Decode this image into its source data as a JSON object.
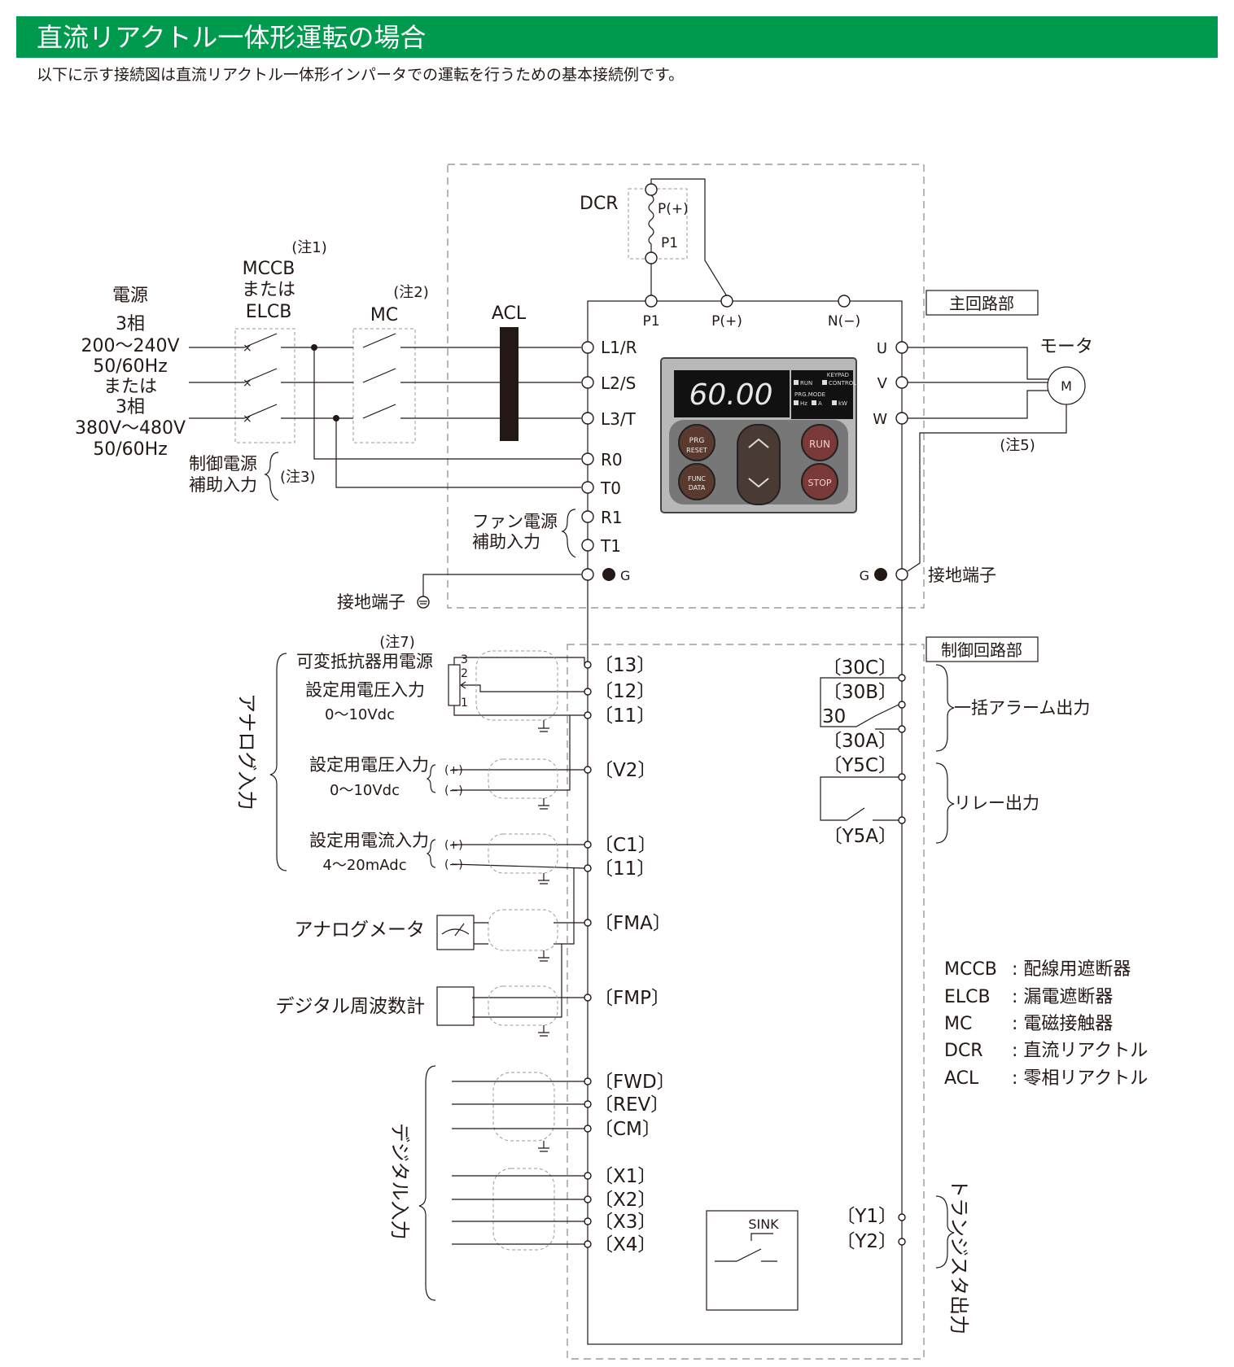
{
  "header": {
    "title": "直流リアクトル一体形運転の場合",
    "subtitle": "以下に示す接続図は直流リアクトル一体形インパータでの運転を行うための基本接続例です。"
  },
  "colors": {
    "header_bg": "#009a4e",
    "header_text": "#ffffff",
    "line": "#231815",
    "keypad_body": "#b8b8b8",
    "keypad_display": "#111111",
    "led": "#e8e8e8"
  },
  "power": {
    "title": "電源",
    "l1": "3相",
    "l2": "200〜240V",
    "l3": "50/60Hz",
    "l4": "または",
    "l5": "3相",
    "l6": "380V〜480V",
    "l7": "50/60Hz"
  },
  "mccb": {
    "note": "(注1)",
    "l1": "MCCB",
    "l2": "または",
    "l3": "ELCB"
  },
  "mc": {
    "note": "(注2)",
    "label": "MC"
  },
  "acl": "ACL",
  "dcr": {
    "label": "DCR",
    "p_plus": "P(+)",
    "p1": "P1"
  },
  "bus": {
    "p1": "P1",
    "p_plus": "P(+)",
    "n_minus": "N(−)"
  },
  "main_section": "主回路部",
  "control_section": "制御回路部",
  "terminals_in": {
    "l1": "L1/R",
    "l2": "L2/S",
    "l3": "L3/T",
    "r0": "R0",
    "t0": "T0",
    "r1": "R1",
    "t1": "T1",
    "g": "G"
  },
  "terminals_out": {
    "u": "U",
    "v": "V",
    "w": "W",
    "g": "G"
  },
  "aux_ctrl": {
    "l1": "制御電源",
    "l2": "補助入力",
    "note": "(注3)"
  },
  "aux_fan": {
    "l1": "ファン電源",
    "l2": "補助入力"
  },
  "ground": "接地端子",
  "motor": {
    "label": "モータ",
    "symbol": "M",
    "note": "(注5)"
  },
  "keypad": {
    "display": "60.00",
    "run": "RUN",
    "control": "CONTROL",
    "keypad_lbl": "KEYPAD",
    "prg": "PRG",
    "reset": "RESET",
    "func": "FUNC",
    "data": "DATA",
    "run_btn": "RUN",
    "stop_btn": "STOP",
    "hz": "Hz",
    "a": "A",
    "kw": "kW",
    "prog_mode": "PRG.MODE"
  },
  "analog": {
    "group": "アナログ入力",
    "note": "(注7)",
    "pot_power": "可変抵抗器用電源",
    "volt_in": "設定用電圧入力",
    "volt_range": "0〜10Vdc",
    "volt_in2": "設定用電圧入力",
    "volt_range2": "0〜10Vdc",
    "curr_in": "設定用電流入力",
    "curr_range": "4〜20mAdc",
    "pot_pins": [
      "3",
      "2",
      "1"
    ],
    "plus": "(+)",
    "minus": "(−)"
  },
  "ctrl_terms": {
    "t13": "〔13〕",
    "t12": "〔12〕",
    "t11": "〔11〕",
    "v2": "〔V2〕",
    "c1": "〔C1〕",
    "t11b": "〔11〕",
    "fma": "〔FMA〕",
    "fmp": "〔FMP〕",
    "fwd": "〔FWD〕",
    "rev": "〔REV〕",
    "cm": "〔CM〕",
    "x1": "〔X1〕",
    "x2": "〔X2〕",
    "x3": "〔X3〕",
    "x4": "〔X4〕"
  },
  "meters": {
    "analog": "アナログメータ",
    "digital": "デジタル周波数計"
  },
  "digital": {
    "group": "デジタル入力"
  },
  "outputs": {
    "t30c": "〔30C〕",
    "t30b": "〔30B〕",
    "t30": "30",
    "t30a": "〔30A〕",
    "alarm": "一括アラーム出力",
    "y5c": "〔Y5C〕",
    "y5a": "〔Y5A〕",
    "relay": "リレー出力",
    "y1": "〔Y1〕",
    "y2": "〔Y2〕",
    "transistor": "トランジスタ出力",
    "sink": "SINK"
  },
  "legend": [
    {
      "abbr": "MCCB",
      "desc": ": 配線用遮断器"
    },
    {
      "abbr": "ELCB",
      "desc": ": 漏電遮断器"
    },
    {
      "abbr": "MC",
      "desc": ": 電磁接触器"
    },
    {
      "abbr": "DCR",
      "desc": ": 直流リアクトル"
    },
    {
      "abbr": "ACL",
      "desc": ": 零相リアクトル"
    }
  ]
}
